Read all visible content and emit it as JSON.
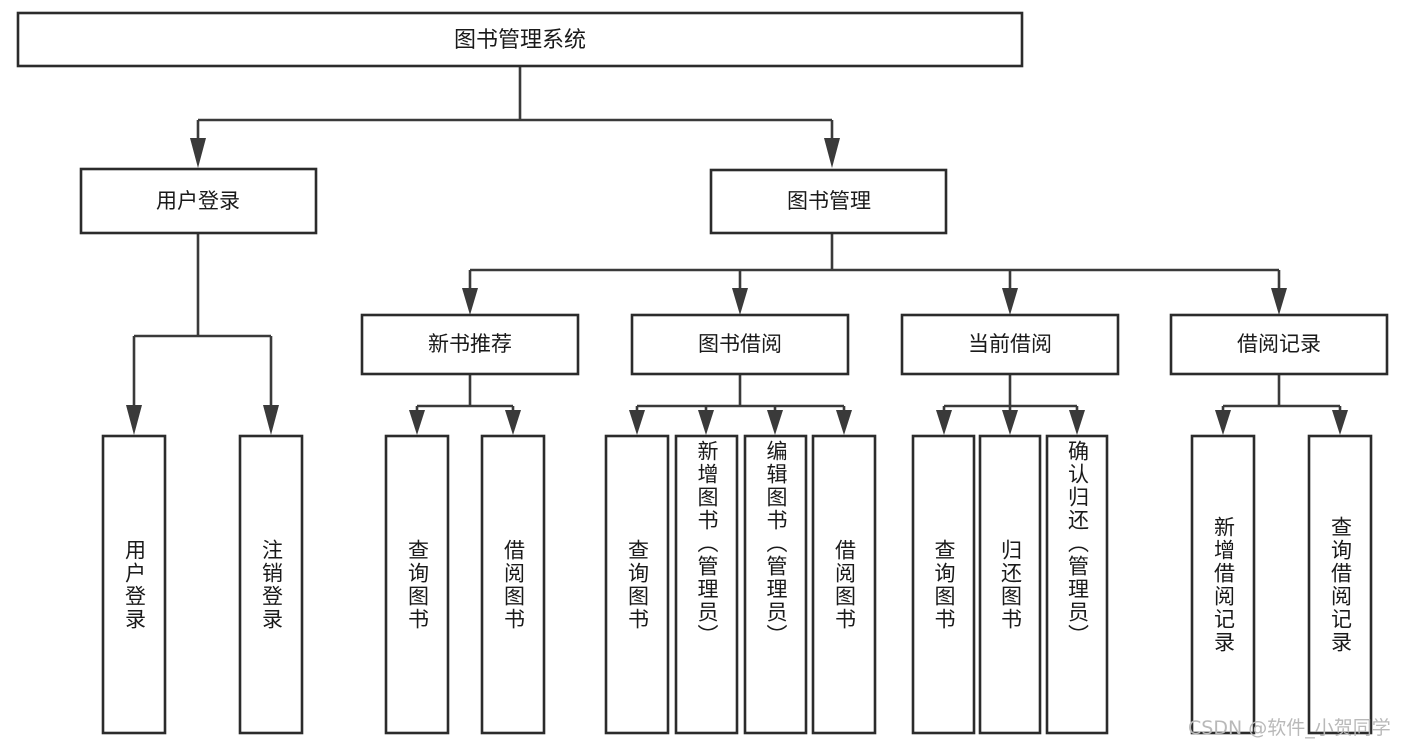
{
  "diagram": {
    "type": "tree",
    "title": "图书管理系统",
    "watermark": "CSDN @软件_小贺同学",
    "colors": {
      "background": "#ffffff",
      "stroke": "#2b2b2b",
      "connector": "#3a3a3a",
      "text": "#1a1a1a",
      "watermark": "#b9b9b9"
    },
    "levels": {
      "root": {
        "label": "图书管理系统"
      },
      "level2": [
        {
          "label": "用户登录"
        },
        {
          "label": "图书管理"
        }
      ],
      "level3": [
        {
          "label": "新书推荐"
        },
        {
          "label": "图书借阅"
        },
        {
          "label": "当前借阅"
        },
        {
          "label": "借阅记录"
        }
      ],
      "leaves": {
        "user_login": [
          {
            "label": "用户登录"
          },
          {
            "label": "注销登录"
          }
        ],
        "new_book_recommend": [
          {
            "label": "查询图书"
          },
          {
            "label": "借阅图书"
          }
        ],
        "book_borrow": [
          {
            "label": "查询图书"
          },
          {
            "label": "新增图书（管理员）"
          },
          {
            "label": "编辑图书（管理员）"
          },
          {
            "label": "借阅图书"
          }
        ],
        "current_borrow": [
          {
            "label": "查询图书"
          },
          {
            "label": "归还图书"
          },
          {
            "label": "确认归还（管理员）"
          }
        ],
        "borrow_record": [
          {
            "label": "新增借阅记录"
          },
          {
            "label": "查询借阅记录"
          }
        ]
      }
    }
  }
}
